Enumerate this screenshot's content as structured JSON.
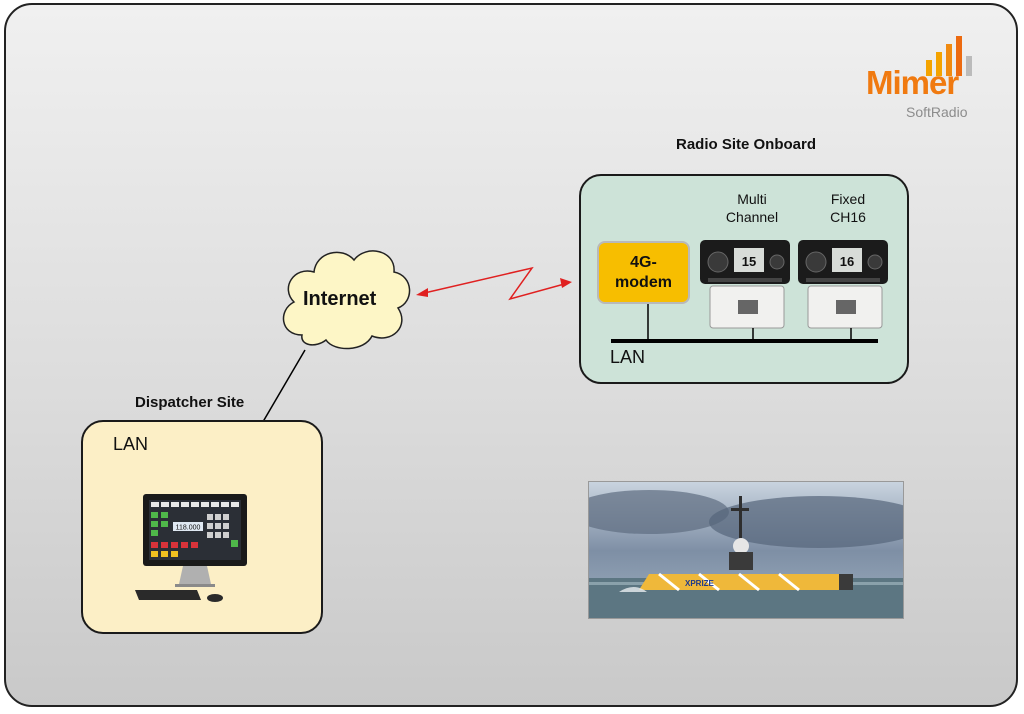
{
  "logo": {
    "name": "Mimer",
    "sub": "SoftRadio"
  },
  "radio_site": {
    "title": "Radio Site Onboard",
    "modem_label": "4G-\nmodem",
    "lan_label": "LAN",
    "radios": [
      {
        "caption": "Multi\nChannel",
        "display": "15"
      },
      {
        "caption": "Fixed\nCH16",
        "display": "16"
      }
    ]
  },
  "internet": {
    "label": "Internet"
  },
  "dispatcher_site": {
    "title": "Dispatcher Site",
    "lan_label": "LAN",
    "screen_readout": "118.000"
  },
  "ship_photo": {
    "hull_text": "XPRIZE"
  },
  "colors": {
    "radio_box": "#cde3d8",
    "dispatcher_box": "#fcefc6",
    "modem": "#f7be00",
    "link_arrow": "#e02020",
    "logo_orange": "#f07a10",
    "cloud": "#fdf6c6"
  }
}
